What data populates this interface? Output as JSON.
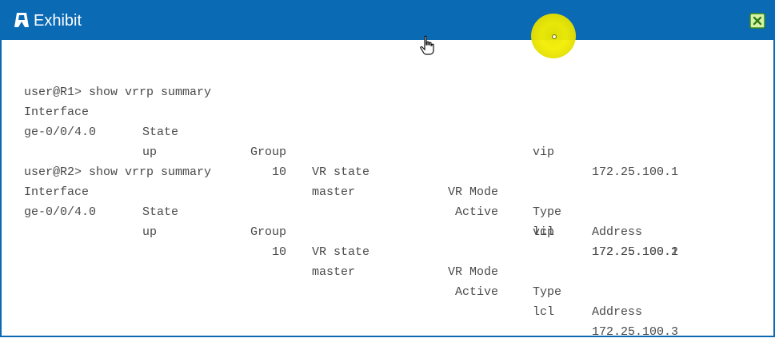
{
  "window": {
    "title": "Exhibit",
    "title_icon": "exhibit-bookmark-icon",
    "close_icon": "close-x-icon",
    "titlebar_color": "#0a6ab4"
  },
  "terminal": {
    "blocks": [
      {
        "command": "user@R1> show vrrp summary",
        "headers": {
          "interface": "Interface",
          "state": "State",
          "group": "Group",
          "vr_state": "VR state",
          "vr_mode": "VR Mode",
          "type": "Type",
          "address": "Address"
        },
        "row": {
          "interface": "ge-0/0/4.0",
          "state": "up",
          "group": "10",
          "vr_state": "master",
          "vr_mode": "Active",
          "type": "lcl",
          "address": "172.25.100.2"
        },
        "extra": {
          "type": "vip",
          "address": "172.25.100.1"
        }
      },
      {
        "command": "user@R2> show vrrp summary",
        "headers": {
          "interface": "Interface",
          "state": "State",
          "group": "Group",
          "vr_state": "VR state",
          "vr_mode": "VR Mode",
          "type": "Type",
          "address": "Address"
        },
        "row": {
          "interface": "ge-0/0/4.0",
          "state": "up",
          "group": "10",
          "vr_state": "master",
          "vr_mode": "Active",
          "type": "lcl",
          "address": "172.25.100.3"
        },
        "extra": {
          "type": "vip",
          "address": "172.25.100.1"
        }
      }
    ]
  }
}
